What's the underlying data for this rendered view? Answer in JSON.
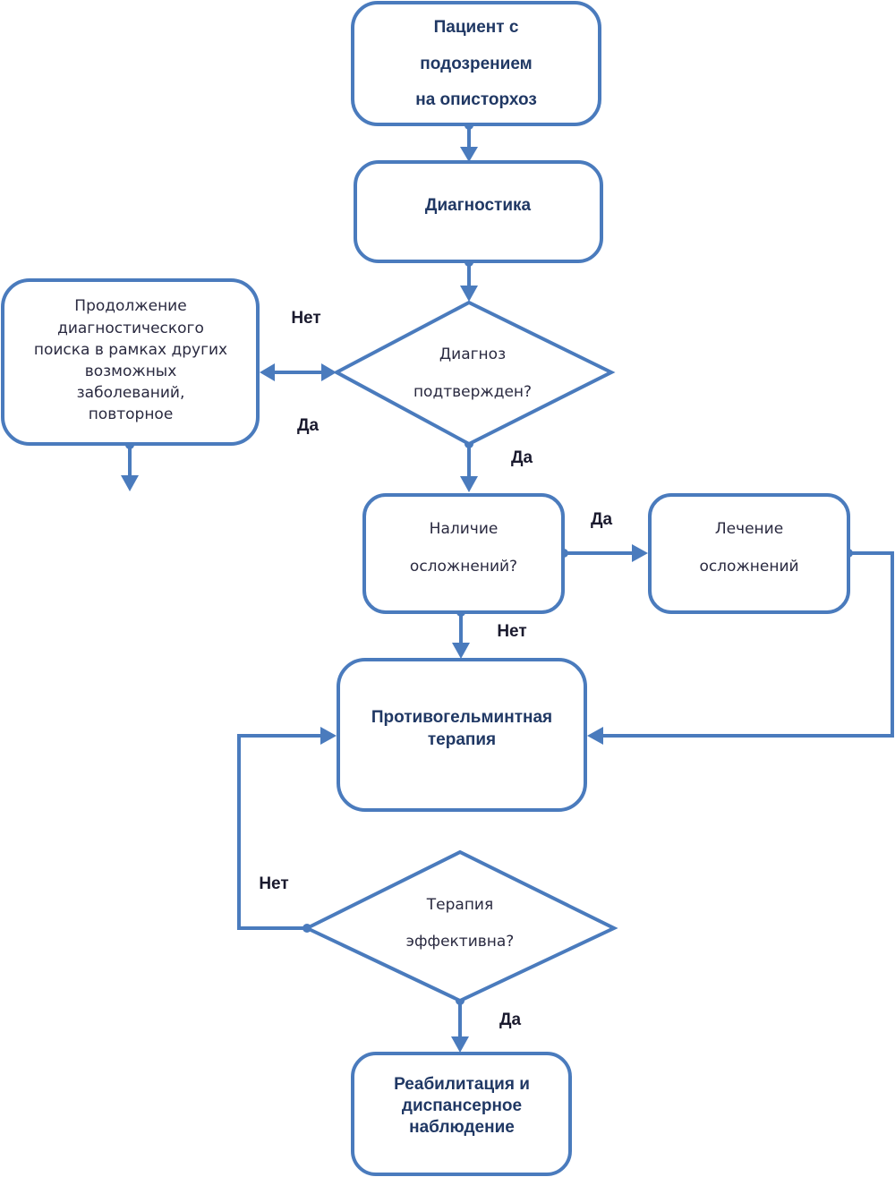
{
  "nodes": {
    "patient": [
      "Пациент с",
      "подозрением",
      "на описторхоз"
    ],
    "diagnostics": [
      "Диагностика"
    ],
    "diagnosis_confirmed": [
      "Диагноз",
      "подтвержден?"
    ],
    "continue_search": [
      "Продолжение",
      "диагностического",
      "поиска в рамках других",
      "возможных",
      "заболеваний,",
      "повторное"
    ],
    "complications": [
      "Наличие",
      "осложнений?"
    ],
    "treat_complications": [
      "Лечение",
      "осложнений"
    ],
    "anthelmintic": [
      "Противогельминтная",
      "терапия"
    ],
    "therapy_effective": [
      "Терапия",
      "эффективна?"
    ],
    "rehab": [
      "Реабилитация и",
      "диспансерное",
      "наблюдение"
    ]
  },
  "edge_labels": {
    "no_left": "Нет",
    "yes_left": "Да",
    "yes_down": "Да",
    "yes_right": "Да",
    "no_down": "Нет",
    "no_loop": "Нет",
    "yes_final": "Да"
  },
  "colors": {
    "stroke": "#4a7bbd",
    "bold_text": "#203864"
  }
}
